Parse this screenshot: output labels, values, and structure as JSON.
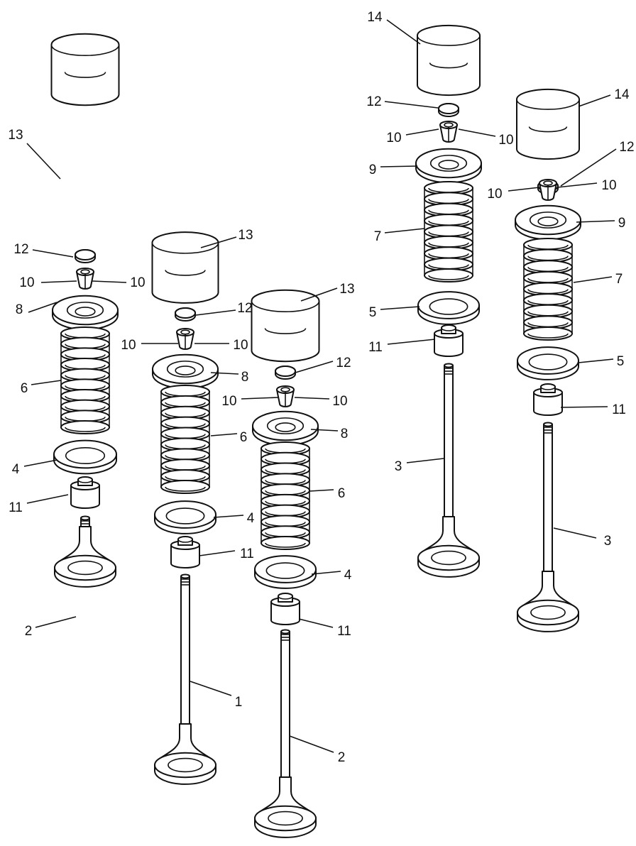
{
  "diagram": {
    "type": "exploded-parts-view",
    "callouts": [
      {
        "id": "c-13a",
        "text": "13"
      },
      {
        "id": "c-12a",
        "text": "12"
      },
      {
        "id": "c-10a-l",
        "text": "10"
      },
      {
        "id": "c-10a-r",
        "text": "10"
      },
      {
        "id": "c-8a",
        "text": "8"
      },
      {
        "id": "c-6a",
        "text": "6"
      },
      {
        "id": "c-4a",
        "text": "4"
      },
      {
        "id": "c-11a",
        "text": "11"
      },
      {
        "id": "c-2a",
        "text": "2"
      },
      {
        "id": "c-13b",
        "text": "13"
      },
      {
        "id": "c-12b",
        "text": "12"
      },
      {
        "id": "c-10b-l",
        "text": "10"
      },
      {
        "id": "c-10b-r",
        "text": "10"
      },
      {
        "id": "c-8b",
        "text": "8"
      },
      {
        "id": "c-6b",
        "text": "6"
      },
      {
        "id": "c-4b",
        "text": "4"
      },
      {
        "id": "c-11b",
        "text": "11"
      },
      {
        "id": "c-1b",
        "text": "1"
      },
      {
        "id": "c-13c",
        "text": "13"
      },
      {
        "id": "c-12c",
        "text": "12"
      },
      {
        "id": "c-10c-l",
        "text": "10"
      },
      {
        "id": "c-10c-r",
        "text": "10"
      },
      {
        "id": "c-8c",
        "text": "8"
      },
      {
        "id": "c-6c",
        "text": "6"
      },
      {
        "id": "c-4c",
        "text": "4"
      },
      {
        "id": "c-11c",
        "text": "11"
      },
      {
        "id": "c-2c",
        "text": "2"
      },
      {
        "id": "c-14d",
        "text": "14"
      },
      {
        "id": "c-12d",
        "text": "12"
      },
      {
        "id": "c-10d-l",
        "text": "10"
      },
      {
        "id": "c-10d-r",
        "text": "10"
      },
      {
        "id": "c-9d",
        "text": "9"
      },
      {
        "id": "c-7d",
        "text": "7"
      },
      {
        "id": "c-5d",
        "text": "5"
      },
      {
        "id": "c-11d",
        "text": "11"
      },
      {
        "id": "c-3d",
        "text": "3"
      },
      {
        "id": "c-14e",
        "text": "14"
      },
      {
        "id": "c-12e",
        "text": "12"
      },
      {
        "id": "c-10e-l",
        "text": "10"
      },
      {
        "id": "c-10e-r",
        "text": "10"
      },
      {
        "id": "c-9e",
        "text": "9"
      },
      {
        "id": "c-7e",
        "text": "7"
      },
      {
        "id": "c-5e",
        "text": "5"
      },
      {
        "id": "c-11e",
        "text": "11"
      },
      {
        "id": "c-3e",
        "text": "3"
      }
    ]
  }
}
